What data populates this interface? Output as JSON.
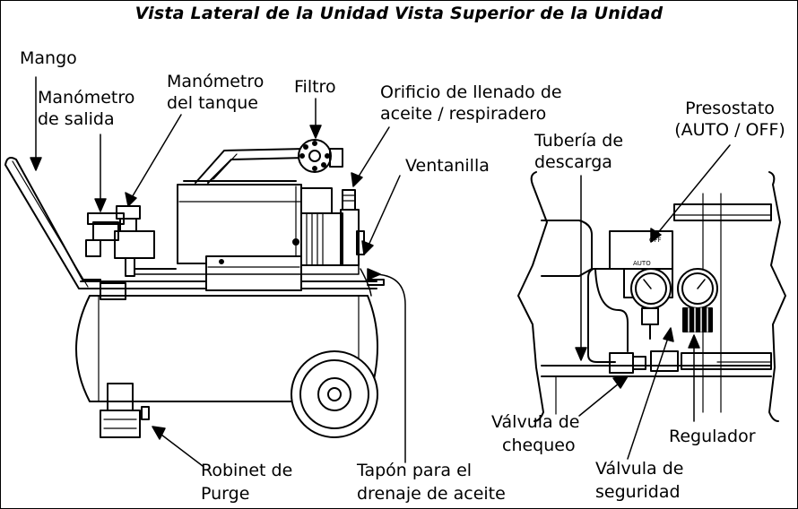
{
  "title": "Vista Lateral de la Unidad Vista Superior de la Unidad",
  "labels": {
    "mango": "Mango",
    "manometro_salida_1": "Manómetro",
    "manometro_salida_2": "de salida",
    "manometro_tanque_1": "Manómetro",
    "manometro_tanque_2": "del tanque",
    "filtro": "Filtro",
    "orificio_1": "Orificio de llenado de",
    "orificio_2": "aceite / respiradero",
    "ventanilla": "Ventanilla",
    "presostato_1": "Presostato",
    "presostato_2": "(AUTO / OFF)",
    "tuberia_1": "Tubería de",
    "tuberia_2": "descarga",
    "valvula_chequeo_1": "Válvula de",
    "valvula_chequeo_2": "chequeo",
    "regulador": "Regulador",
    "valvula_seguridad_1": "Válvula de",
    "valvula_seguridad_2": "seguridad",
    "robinet_1": "Robinet de",
    "robinet_2": "Purge",
    "tapon_1": "Tapón para el",
    "tapon_2": "drenaje de aceite"
  },
  "switch_text": {
    "off": "OFF",
    "auto": "AUTO"
  }
}
